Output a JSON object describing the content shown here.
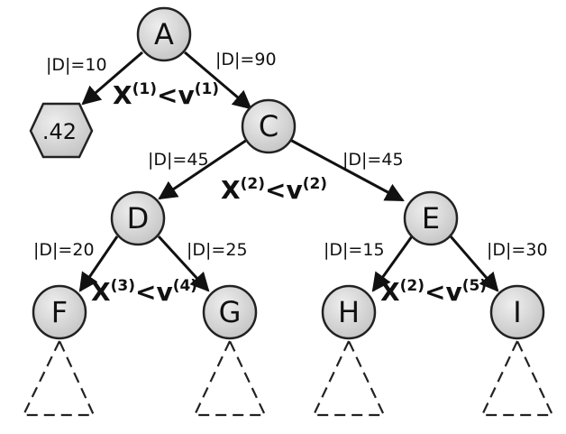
{
  "nodes": {
    "A": "A",
    "C": "C",
    "D": "D",
    "E": "E",
    "F": "F",
    "G": "G",
    "H": "H",
    "I": "I"
  },
  "leaf_value": ".42",
  "edge_labels": {
    "A_leaf": "|D|=10",
    "A_C": "|D|=90",
    "C_D": "|D|=45",
    "C_E": "|D|=45",
    "D_F": "|D|=20",
    "D_G": "|D|=25",
    "E_H": "|D|=15",
    "E_I": "|D|=30"
  },
  "splits": {
    "A": {
      "var": "X",
      "var_sup": "(1)",
      "op": "<",
      "thr": "v",
      "thr_sup": "(1)"
    },
    "C": {
      "var": "X",
      "var_sup": "(2)",
      "op": "<",
      "thr": "v",
      "thr_sup": "(2)"
    },
    "D": {
      "var": "X",
      "var_sup": "(3)",
      "op": "<",
      "thr": "v",
      "thr_sup": "(4)"
    },
    "E": {
      "var": "X",
      "var_sup": "(2)",
      "op": "<",
      "thr": "v",
      "thr_sup": "(5)"
    }
  },
  "colors": {
    "node_fill": "#d4d4d4",
    "node_stroke": "#222222",
    "edge": "#111111"
  }
}
